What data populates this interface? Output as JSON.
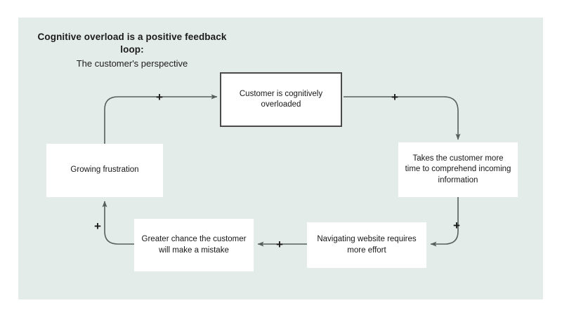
{
  "canvas": {
    "background_color": "#ffffff",
    "panel_color": "#e4ecea",
    "node_fill": "#ffffff",
    "edge_color": "#555f5c",
    "text_color": "#171717"
  },
  "header": {
    "title": "Cognitive overload is a positive feedback loop:",
    "subtitle": "The customer's perspective"
  },
  "diagram": {
    "type": "causal-loop-diagram",
    "polarity_symbol": "+",
    "nodes": [
      {
        "id": "overloaded",
        "label": "Customer is cognitively overloaded",
        "emphasis": true
      },
      {
        "id": "comprehend-time",
        "label": "Takes the customer more time to comprehend incoming information",
        "emphasis": false
      },
      {
        "id": "navigating-effort",
        "label": "Navigating website requires more effort",
        "emphasis": false
      },
      {
        "id": "mistake-chance",
        "label": "Greater chance the customer will make a mistake",
        "emphasis": false
      },
      {
        "id": "frustration",
        "label": "Growing frustration",
        "emphasis": false
      }
    ],
    "edges": [
      {
        "from": "overloaded",
        "to": "comprehend-time",
        "polarity": "+"
      },
      {
        "from": "comprehend-time",
        "to": "navigating-effort",
        "polarity": "+"
      },
      {
        "from": "navigating-effort",
        "to": "mistake-chance",
        "polarity": "+"
      },
      {
        "from": "mistake-chance",
        "to": "frustration",
        "polarity": "+"
      },
      {
        "from": "frustration",
        "to": "overloaded",
        "polarity": "+"
      }
    ]
  }
}
